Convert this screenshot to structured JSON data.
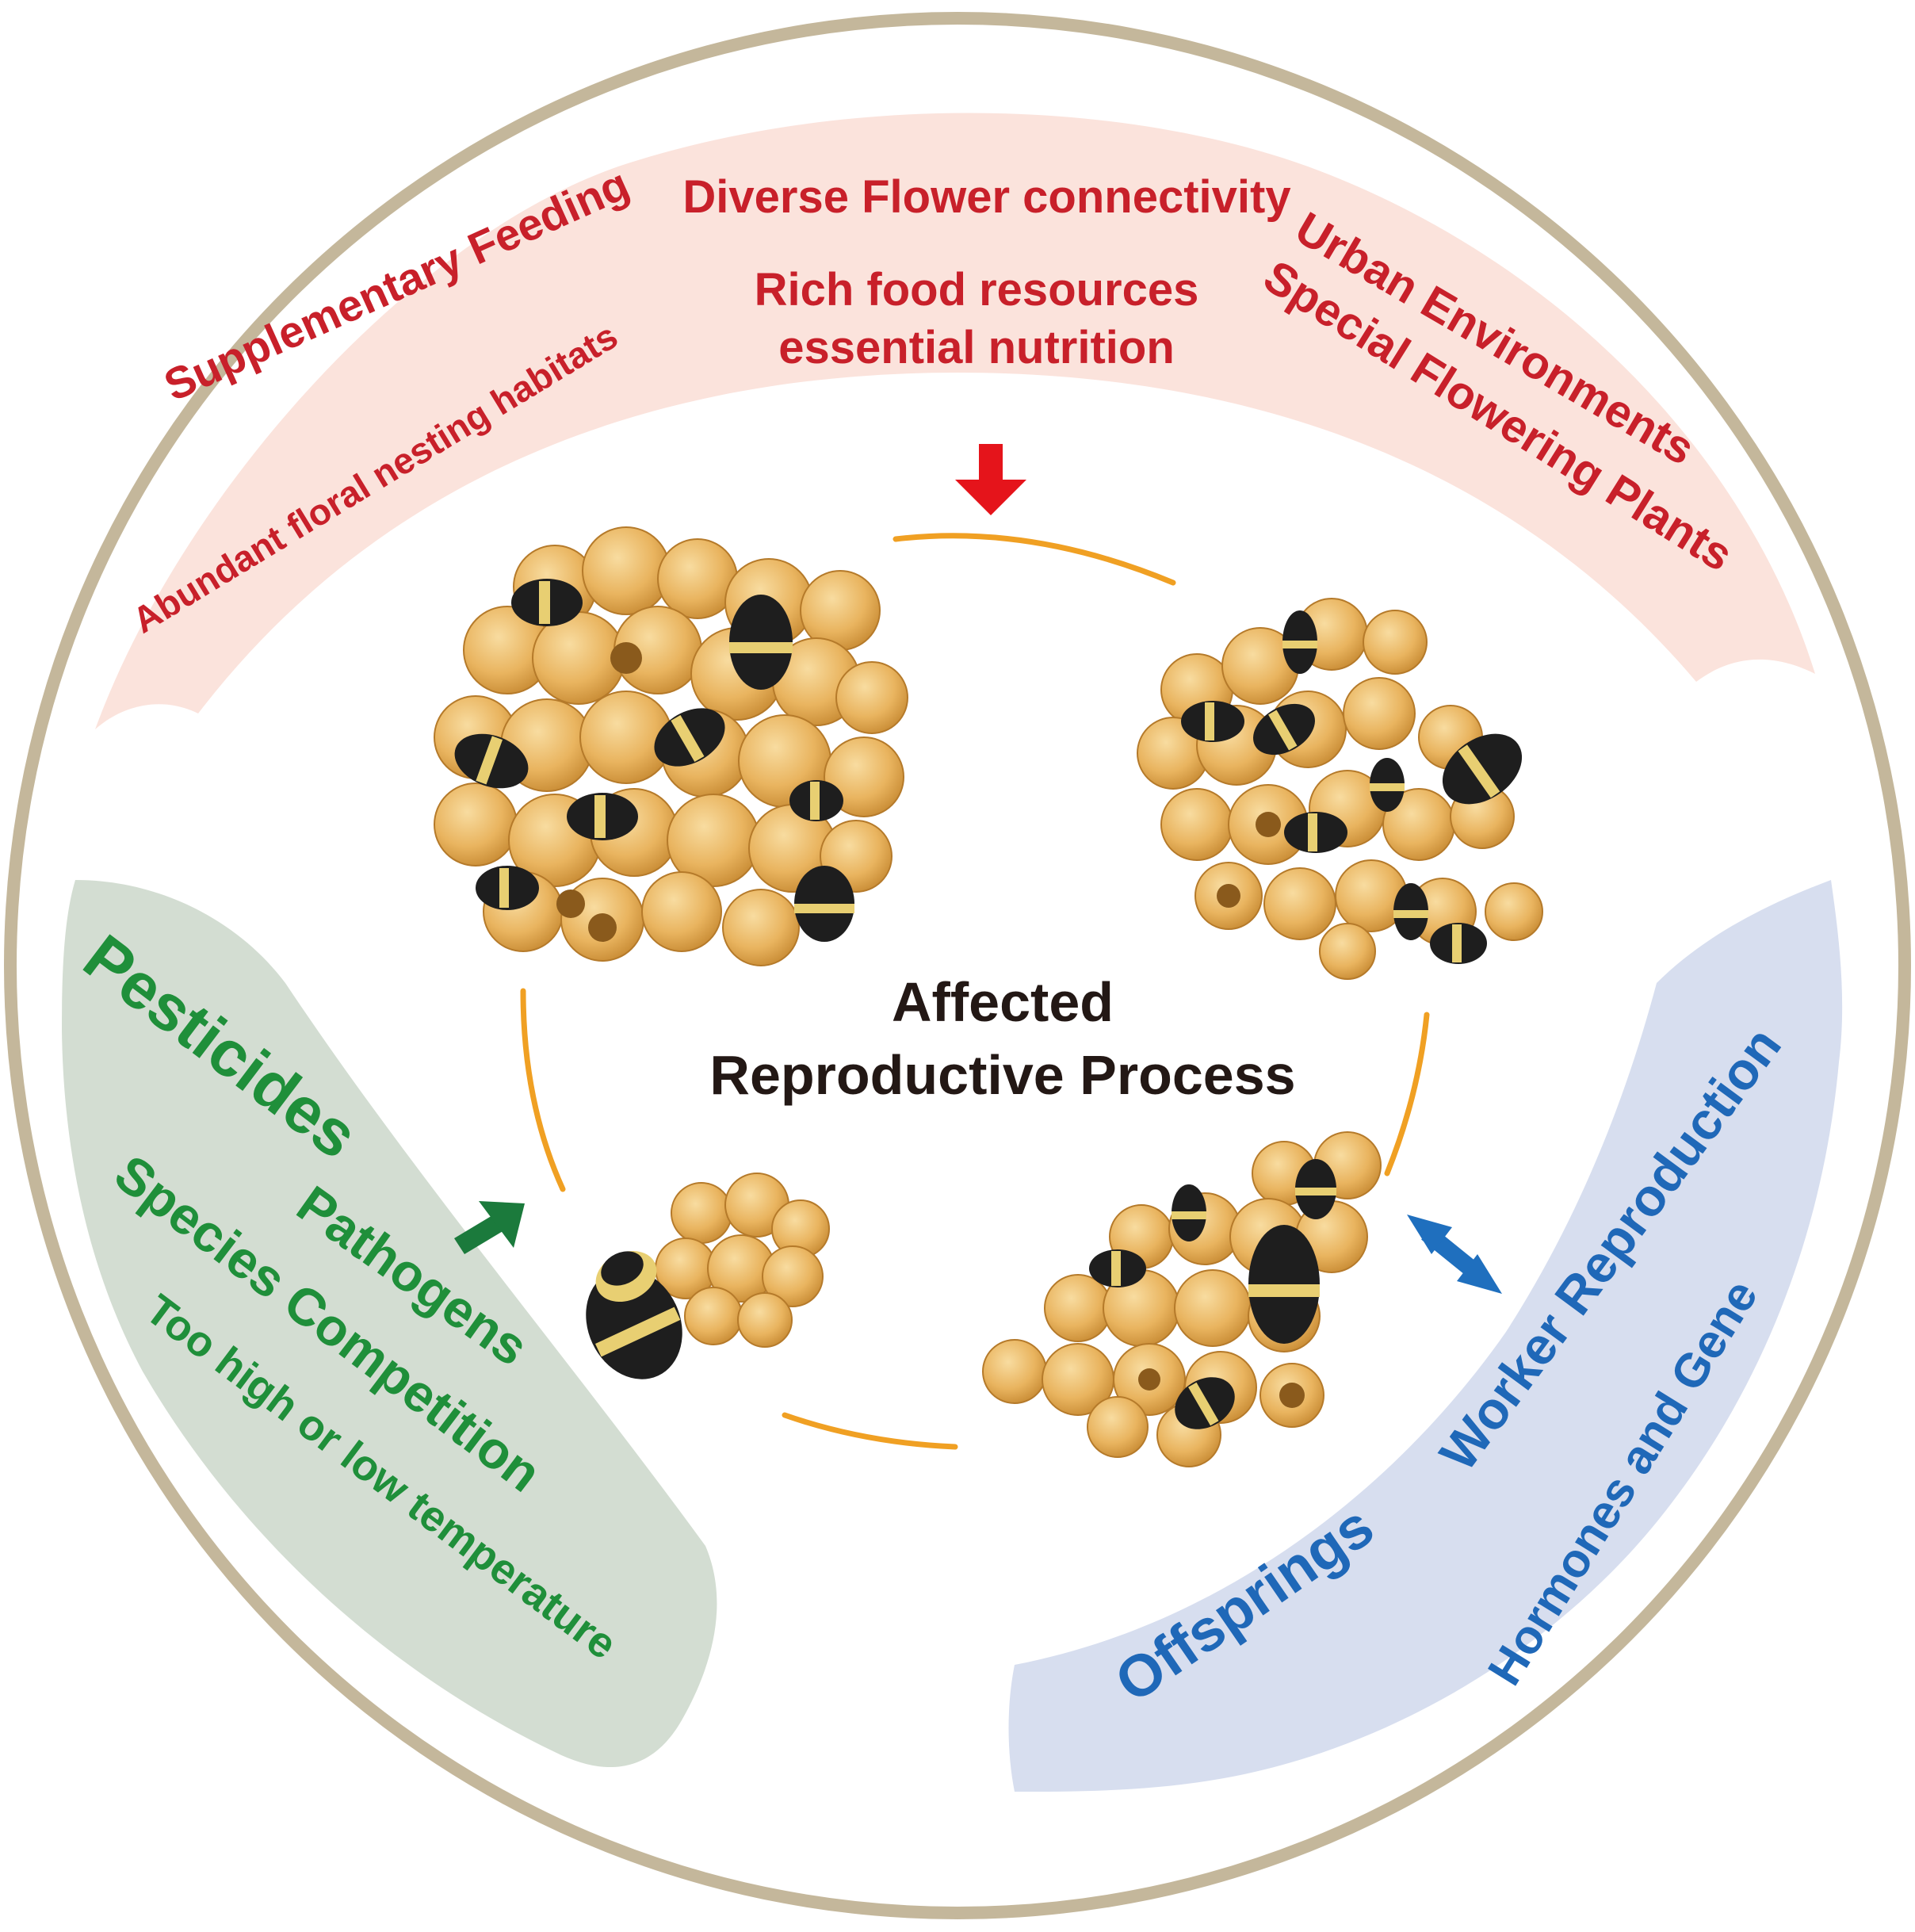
{
  "center": {
    "line1": "Affected",
    "line2": "Reproductive Process"
  },
  "top_panel": {
    "center_line1": "Diverse Flower connectivity",
    "center_line2": "Rich food resources",
    "center_line3": "essential nutrition",
    "left_line1": "Supplementary Feeding",
    "left_line2": "Abundant floral nesting habitats",
    "right_line1": "Urban Environments",
    "right_line2": "Special Flowering Plants"
  },
  "left_panel": {
    "line1": "Pesticides",
    "line2": "Pathogens",
    "line3": "Species Competition",
    "line4": "Too high or low temperature"
  },
  "right_panel": {
    "line1": "Worker Reproduction",
    "line2": "Hormones and Genes",
    "line3": "Offsprings"
  },
  "colors": {
    "outer_ring": "#c4b79b",
    "top_panel": "#fbe3dc",
    "left_panel": "#d3ddd2",
    "right_panel": "#d7deef",
    "cycle_arc": "#f0a023",
    "red_arrow": "#e5141b",
    "green_arrow": "#1b7a3c",
    "blue_arrow": "#1f6fbe",
    "honey_cell": "#e9b45f",
    "bee_body": "#1e1e1e",
    "bee_stripe": "#e8cf72"
  },
  "icons": {
    "top_arrow": "down-arrow-icon",
    "left_arrow": "diagonal-arrow-icon",
    "right_arrow": "double-headed-arrow-icon",
    "colonies": "bumblebee-colony-icon"
  }
}
